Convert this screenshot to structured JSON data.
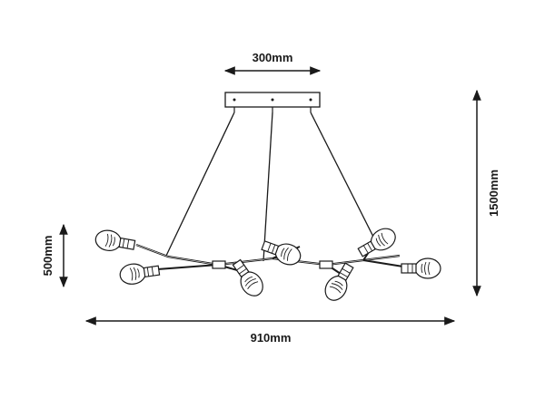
{
  "dimensions": {
    "canopy_width": "300mm",
    "total_height": "1500mm",
    "arm_height": "500mm",
    "total_width": "910mm"
  },
  "colors": {
    "ink": "#1a1a1a",
    "paper": "#ffffff"
  }
}
